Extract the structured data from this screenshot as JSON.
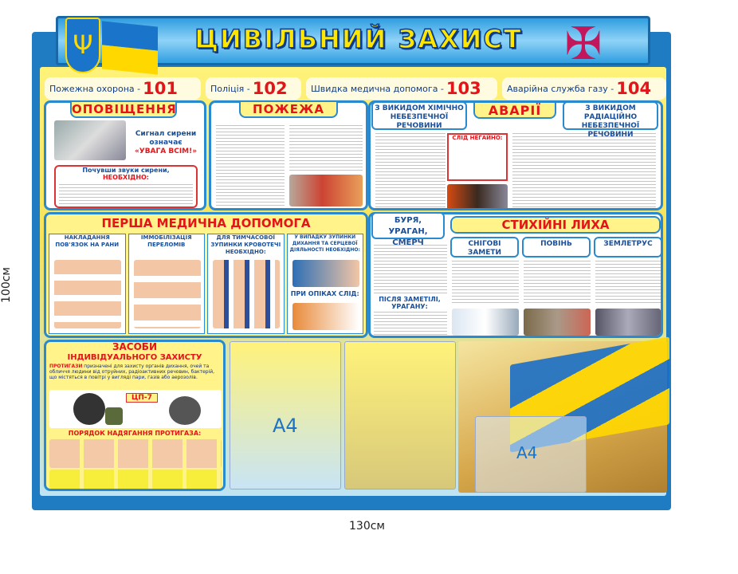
{
  "header": {
    "title": "ЦИВІЛЬНИЙ ЗАХИСТ",
    "flag_colors": [
      "#1a74c9",
      "#ffd800"
    ]
  },
  "phones": [
    {
      "label": "Пожежна охорона -",
      "number": "101"
    },
    {
      "label": "Поліція -",
      "number": "102"
    },
    {
      "label": "Швидка медична допомога -",
      "number": "103"
    },
    {
      "label": "Аварійна служба газу -",
      "number": "104"
    }
  ],
  "alert": {
    "title": "ОПОВІЩЕННЯ",
    "siren_line1": "Сигнал сирени",
    "siren_line2": "означає",
    "siren_line3": "«УВАГА ВСІМ!»",
    "box_title": "Почувши звуки сирени,",
    "box_title2": "НЕОБХІДНО:"
  },
  "fire": {
    "title": "ПОЖЕЖА"
  },
  "accidents": {
    "title": "АВАРІЇ",
    "chemical": "З ВИКИДОМ ХІМІЧНО НЕБЕЗПЕЧНОЇ РЕЧОВИНИ",
    "radiation": "З ВИКИДОМ РАДІАЦІЙНО НЕБЕЗПЕЧНОЇ РЕЧОВИНИ",
    "urgent": "СЛІД НЕГАЙНО:"
  },
  "first_aid": {
    "title": "ПЕРША МЕДИЧНА ДОПОМОГА",
    "cols": [
      "НАКЛАДАННЯ ПОВ'ЯЗОК НА РАНИ",
      "ІММОБІЛІЗАЦІЯ ПЕРЕЛОМІВ",
      "ДЛЯ ТИМЧАСОВОЇ ЗУПИНКИ КРОВОТЕЧІ НЕОБХІДНО:",
      "У ВИПАДКУ ЗУПИНКИ ДИХАННЯ ТА СЕРЦЕВОЇ ДІЯЛЬНОСТІ НЕОБХІДНО:"
    ],
    "burns": "ПРИ ОПІКАХ СЛІД:"
  },
  "disasters": {
    "title": "СТИХІЙНІ ЛИХА",
    "storm": "БУРЯ, УРАГАН, СМЕРЧ",
    "after_storm": "ПІСЛЯ ЗАМЕТІЛІ, УРАГАНУ:",
    "cols": [
      "СНІГОВІ ЗАМЕТИ",
      "ПОВІНЬ",
      "ЗЕМЛЕТРУС"
    ]
  },
  "ppe": {
    "title1": "ЗАСОБИ",
    "title2": "ІНДИВІДУАЛЬНОГО ЗАХИСТУ",
    "lead": "ПРОТИГАЗИ",
    "intro": " призначені для захисту органів дихання, очей та обличчя людини від отруйних, радіоактивних речовин, бактерій, що містяться в повітрі у вигляді пари, газів або аерозолів.",
    "model": "ЦП-7",
    "order": "ПОРЯДОК НАДЯГАННЯ ПРОТИГАЗА:"
  },
  "pockets": [
    "A4",
    "A4"
  ],
  "dimensions": {
    "height": "100см",
    "width": "130см"
  }
}
